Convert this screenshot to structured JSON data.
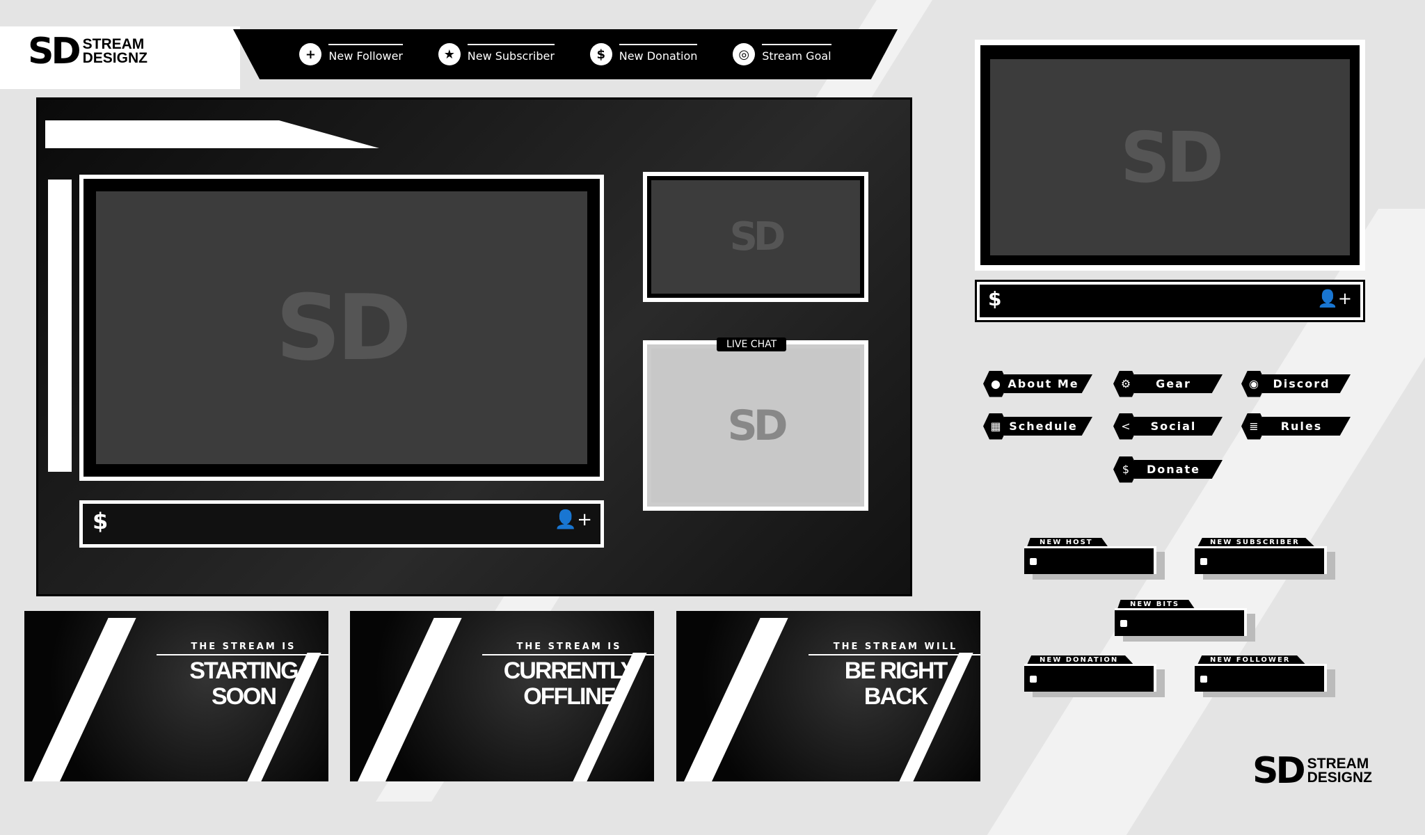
{
  "brand": {
    "mark": "SD",
    "name_line1": "STREAM",
    "name_line2": "DESIGNZ"
  },
  "alert_bar": {
    "items": [
      {
        "icon": "user-plus-icon",
        "glyph": "+",
        "label": "New Follower"
      },
      {
        "icon": "star-icon",
        "glyph": "★",
        "label": "New Subscriber"
      },
      {
        "icon": "dollar-icon",
        "glyph": "$",
        "label": "New Donation"
      },
      {
        "icon": "target-icon",
        "glyph": "◎",
        "label": "Stream Goal"
      }
    ]
  },
  "main_scene": {
    "watermark": "SD",
    "small_cam_watermark": "SD",
    "live_chat_label": "LIVE CHAT",
    "chat_watermark": "SD",
    "donation_glyph": "$",
    "follower_glyph": "👤+"
  },
  "webcam": {
    "watermark": "SD",
    "donation_glyph": "$",
    "follower_glyph": "👤+"
  },
  "panels": [
    {
      "label": "About Me",
      "icon": "user-icon",
      "glyph": "●"
    },
    {
      "label": "Gear",
      "icon": "gear-icon",
      "glyph": "⚙"
    },
    {
      "label": "Discord",
      "icon": "discord-icon",
      "glyph": "◉"
    },
    {
      "label": "Schedule",
      "icon": "calendar-icon",
      "glyph": "▦"
    },
    {
      "label": "Social",
      "icon": "share-icon",
      "glyph": "<"
    },
    {
      "label": "Rules",
      "icon": "clipboard-icon",
      "glyph": "≣"
    },
    {
      "label": "Donate",
      "icon": "money-icon",
      "glyph": "$"
    }
  ],
  "alert_boxes": [
    "NEW HOST",
    "NEW SUBSCRIBER",
    "NEW BITS",
    "NEW DONATION",
    "NEW FOLLOWER"
  ],
  "screens": [
    {
      "subtitle": "THE STREAM IS",
      "title1": "STARTING",
      "title2": "SOON"
    },
    {
      "subtitle": "THE STREAM IS",
      "title1": "CURRENTLY",
      "title2": "OFFLINE"
    },
    {
      "subtitle": "THE STREAM WILL",
      "title1": "BE RIGHT",
      "title2": "BACK"
    }
  ],
  "colors": {
    "background": "#e4e4e4",
    "frame": "#000000",
    "accent": "#ffffff",
    "placeholder": "#3c3c3c"
  }
}
